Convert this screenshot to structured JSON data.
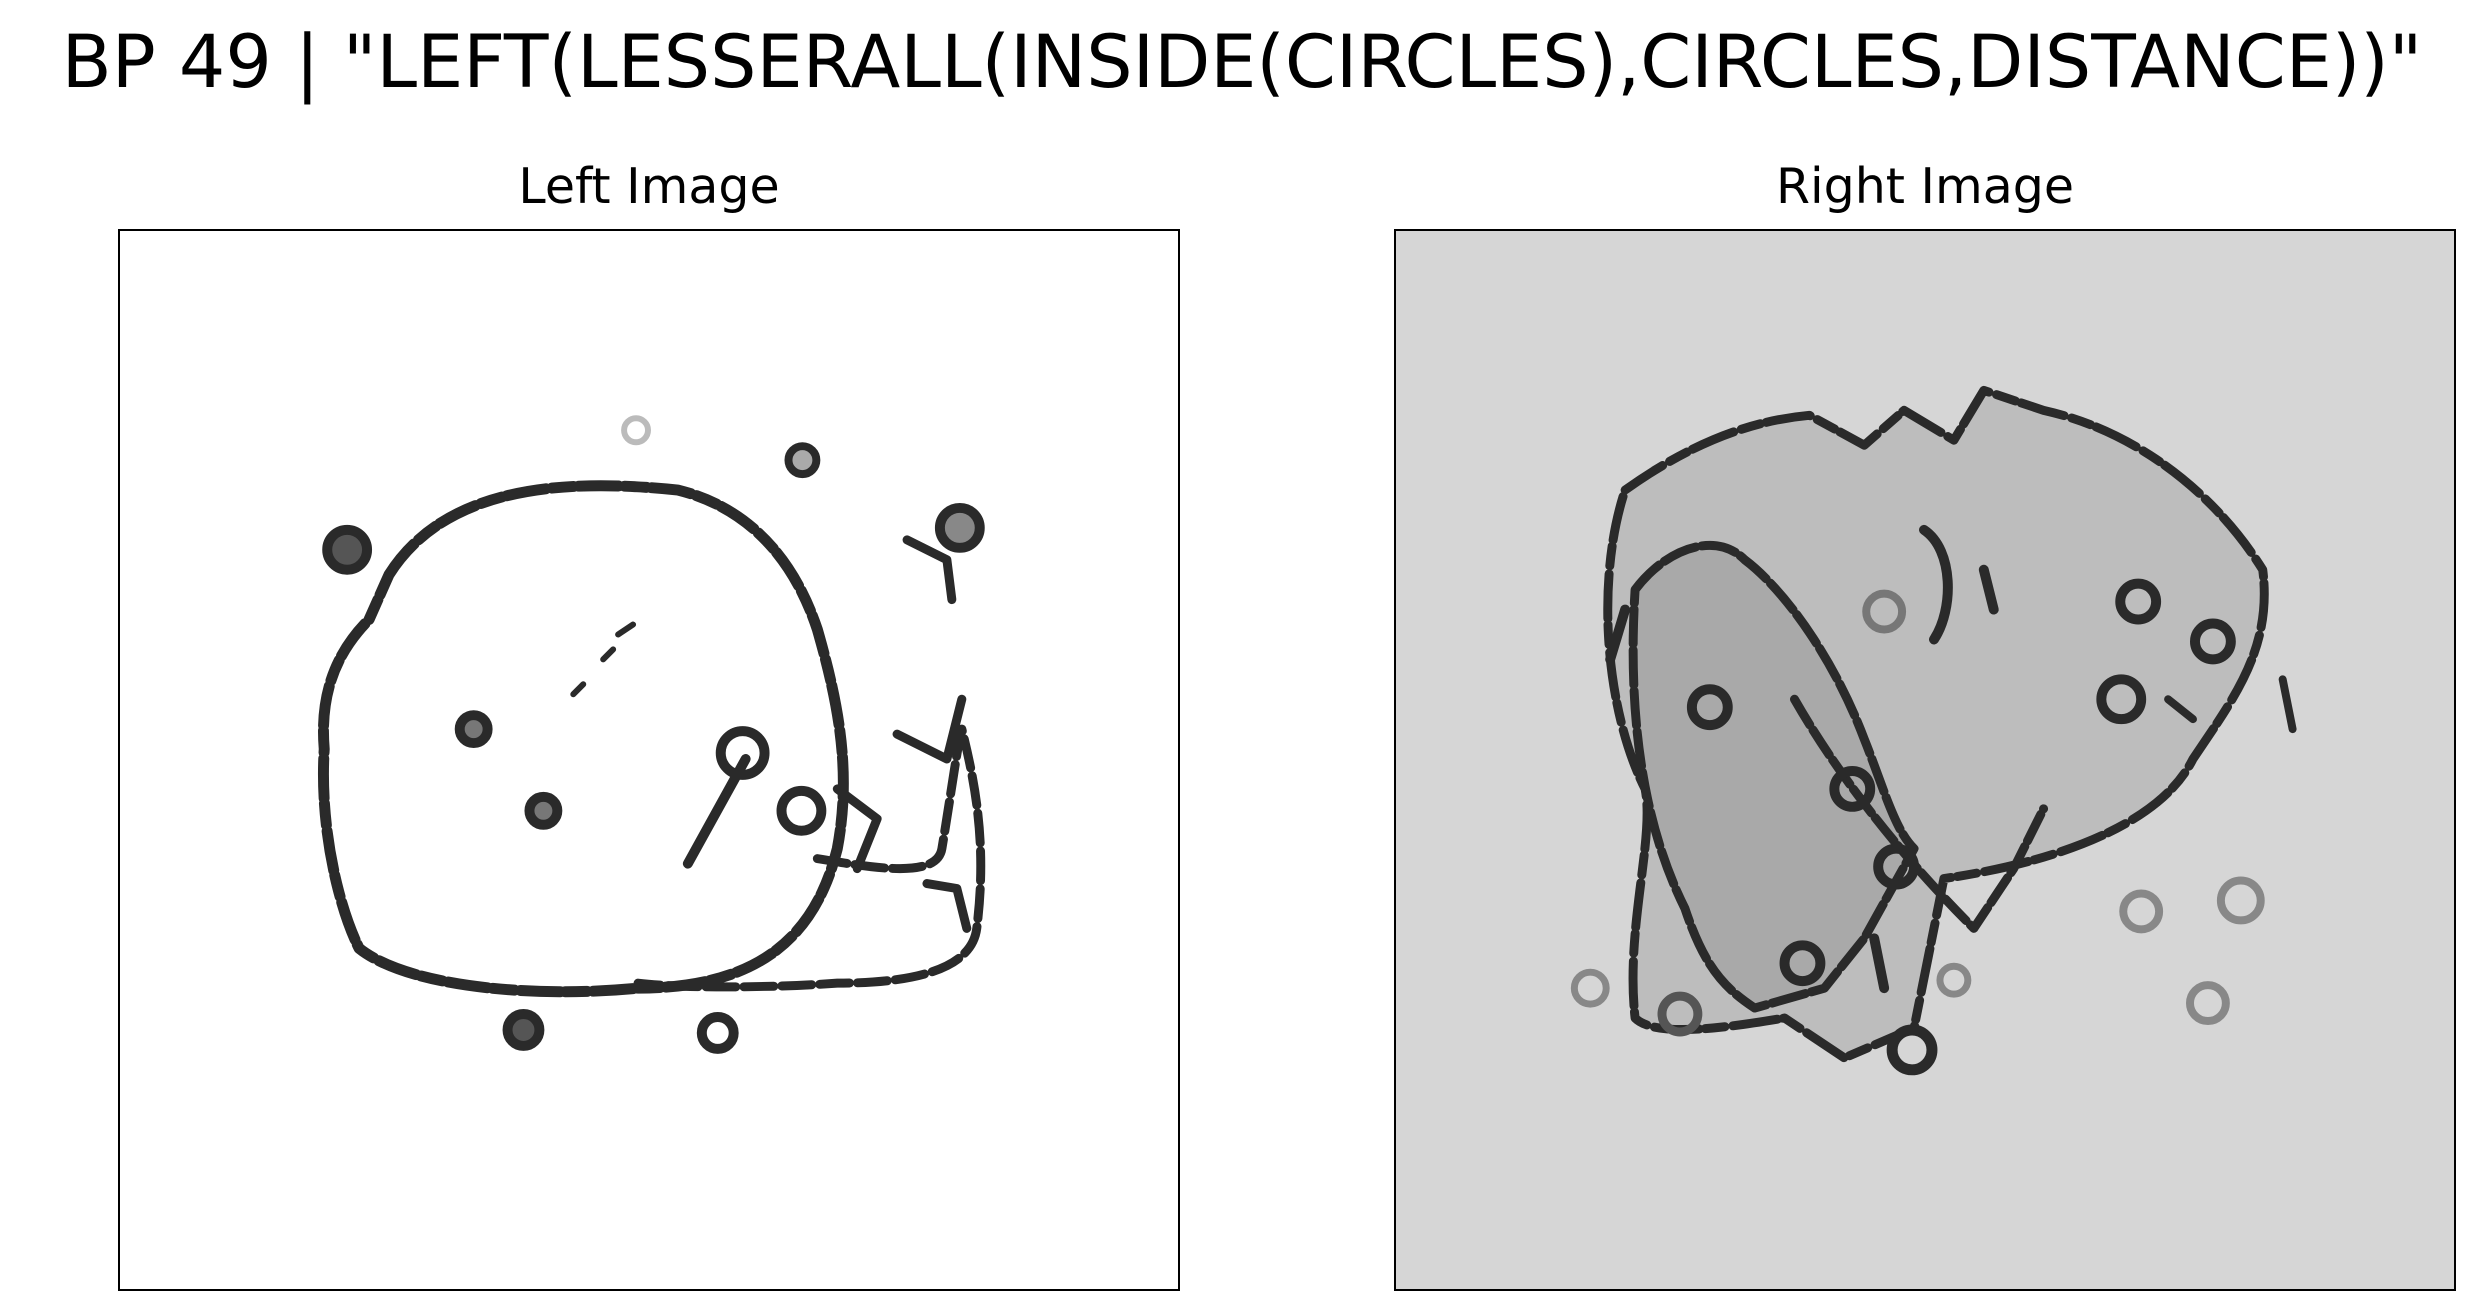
{
  "figure": {
    "title": "BP 49 | \"LEFT(LESSERALL(INSIDE(CIRCLES),CIRCLES,DISTANCE))\""
  },
  "panels": {
    "left": {
      "title": "Left Image"
    },
    "right": {
      "title": "Right Image"
    }
  },
  "colors": {
    "left_background": "#ffffff",
    "right_background": "#d6d6d6",
    "ink": "#2a2a2a"
  }
}
